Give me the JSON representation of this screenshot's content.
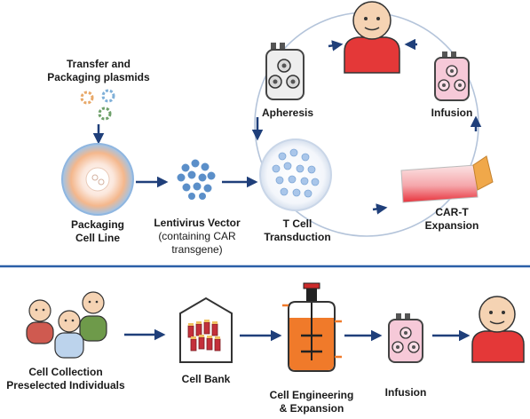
{
  "labels": {
    "plasmids": [
      "Transfer and",
      "Packaging plasmids"
    ],
    "packaging_cell_line": [
      "Packaging",
      "Cell Line"
    ],
    "lentivirus_vector": "Lentivirus Vector",
    "lentivirus_vector_note": [
      "(containing CAR",
      "transgene)"
    ],
    "t_cell_transduction": [
      "T Cell",
      "Transduction"
    ],
    "apheresis": "Apheresis",
    "infusion_top": "Infusion",
    "car_t_expansion": [
      "CAR-T",
      "Expansion"
    ],
    "cell_collection": [
      "Cell Collection",
      "Preselected Individuals"
    ],
    "cell_bank": "Cell Bank",
    "cell_engineering": [
      "Cell Engineering",
      "& Expansion"
    ],
    "infusion_bottom": "Infusion"
  },
  "colors": {
    "arrow": "#1f3f7a",
    "cycle_line": "#b4c4da",
    "divider": "#2b5fa8",
    "patient_shirt": "#e43838",
    "skin": "#f5d3b3",
    "bag_fill": "#f6c9d8",
    "flask_red": "#e8323c",
    "flask_cap": "#f0a84a",
    "reactor_orange": "#f07a2a",
    "tube_red": "#c4303a",
    "cell_blue": "#5a8fd1",
    "donor_green": "#6e9a4a",
    "donor_blue": "#bcd3ec",
    "donor_red": "#cf5a50"
  },
  "icons": [
    "plasmid-icon",
    "packaging-cell-icon",
    "lentivirus-particles-icon",
    "t-cell-dish-icon",
    "apheresis-bag-icon",
    "patient-icon",
    "infusion-bag-icon",
    "culture-flask-icon",
    "donors-icon",
    "cell-bank-icon",
    "bioreactor-icon",
    "arrow-icon"
  ]
}
